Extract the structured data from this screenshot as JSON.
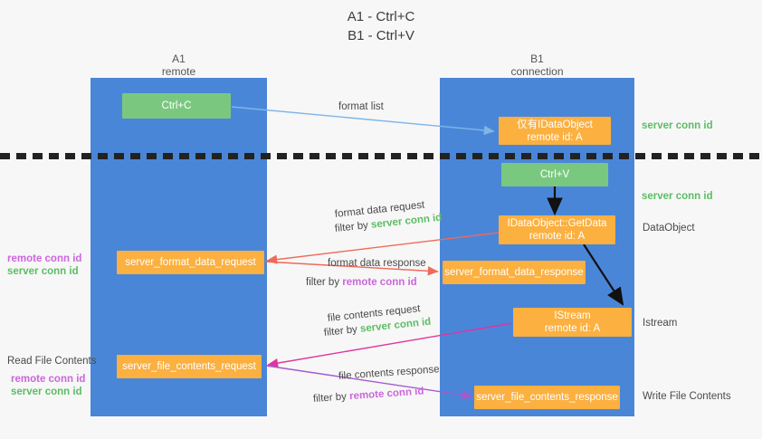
{
  "title": {
    "line1": "A1 - Ctrl+C",
    "line2": "B1 - Ctrl+V"
  },
  "lanes": [
    {
      "name": "A1",
      "sub": "remote"
    },
    {
      "name": "B1",
      "sub": "connection"
    }
  ],
  "nodes": {
    "ctrl_c": {
      "line1": "Ctrl+C",
      "line2": ""
    },
    "idataobject": {
      "line1": "仅有IDataObject",
      "line2": "remote id: A"
    },
    "ctrl_v": {
      "line1": "Ctrl+V",
      "line2": ""
    },
    "getdata": {
      "line1": "IDataObject::GetData",
      "line2": "remote id: A"
    },
    "istream": {
      "line1": "IStream",
      "line2": "remote id: A"
    },
    "fmt_req": {
      "line1": "server_format_data_request",
      "line2": ""
    },
    "fmt_resp": {
      "line1": "server_format_data_response",
      "line2": ""
    },
    "file_req": {
      "line1": "server_file_contents_request",
      "line2": ""
    },
    "file_resp": {
      "line1": "server_file_contents_response",
      "line2": ""
    }
  },
  "edges": {
    "format_list": "format list",
    "fmt_req_a": "format data request",
    "fmt_req_b_pre": "filter by ",
    "fmt_req_b_key": "server conn id",
    "fmt_resp_a": "format data response",
    "fmt_resp_b_pre": "filter by ",
    "fmt_resp_b_key": "remote conn id",
    "file_req_a": "file contents request",
    "file_req_b_pre": "filter by ",
    "file_req_b_key": "server conn id",
    "file_resp_a": "file contents response",
    "file_resp_b_pre": "filter by ",
    "file_resp_b_key": "remote conn id"
  },
  "annotations": {
    "right_server_conn_1": "server conn id",
    "right_server_conn_2": "server conn id",
    "right_dataobject": "DataObject",
    "right_istream": "Istream",
    "right_write_file": "Write File Contents",
    "left_remote_conn_1": "remote conn id",
    "left_server_conn_1": "server conn id",
    "left_read_file": "Read File Contents",
    "left_remote_conn_2": "remote conn id",
    "left_server_conn_2": "server conn id"
  },
  "colors": {
    "lane_blue": "#4a86d8",
    "node_green": "#7ac87f",
    "node_orange": "#fbb040",
    "server_conn_green": "#5bbd63",
    "remote_conn_purple": "#cc66dd",
    "wire_blue": "#7fb5e8",
    "wire_red": "#ef6a5a",
    "wire_magenta": "#e0359e",
    "wire_purple": "#a65ad0",
    "wire_black": "#111111",
    "background": "#f7f7f7"
  }
}
